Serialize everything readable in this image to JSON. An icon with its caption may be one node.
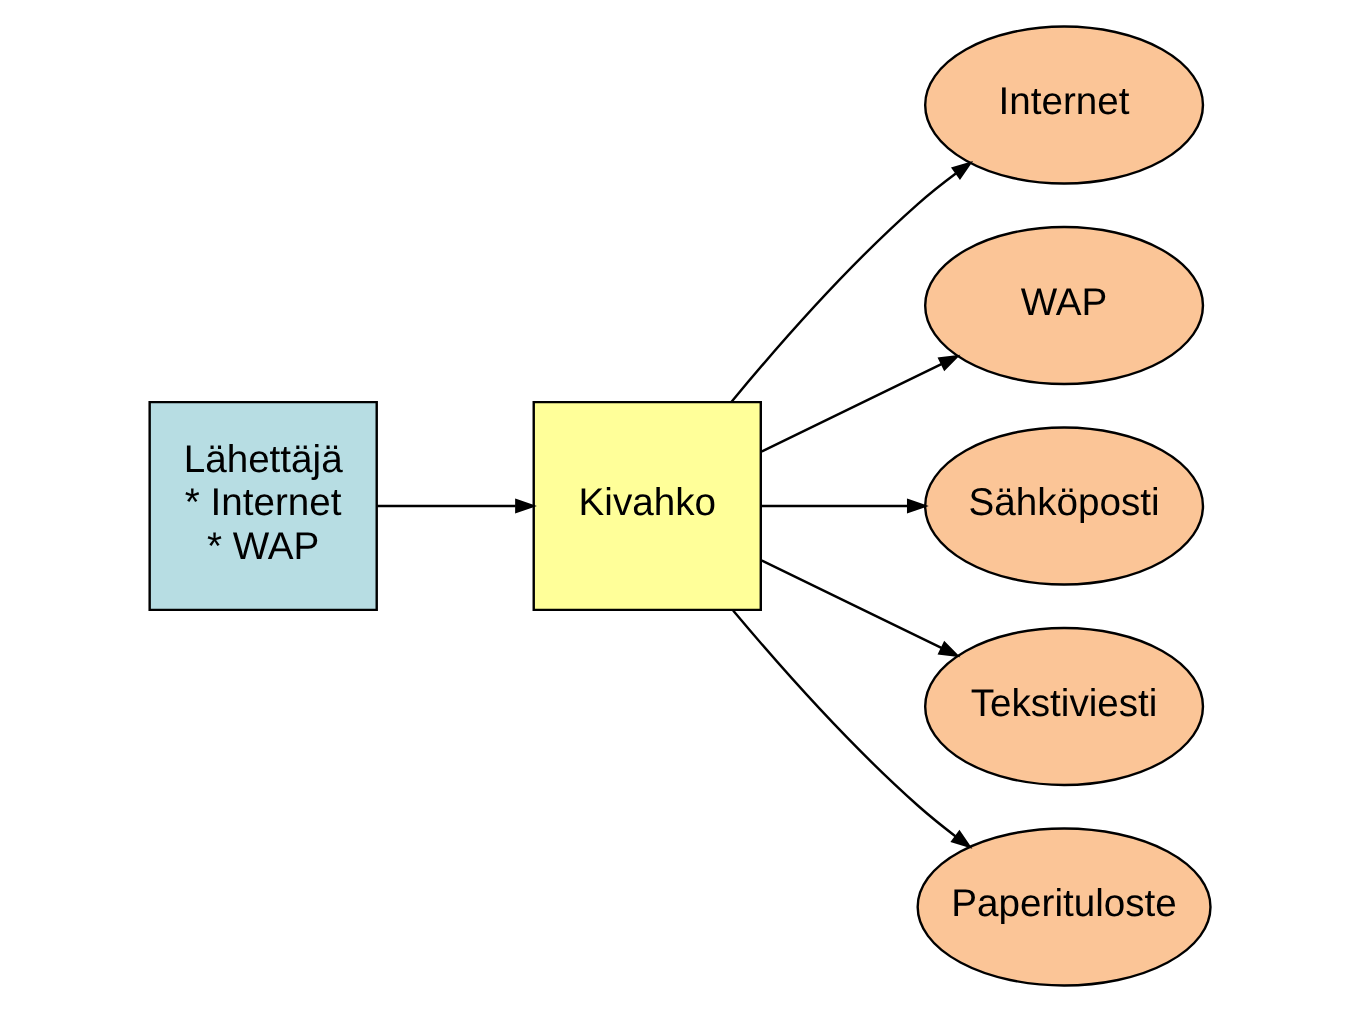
{
  "diagram": {
    "nodes": [
      {
        "text": [
          "Lähettäjä",
          "* Internet",
          "* WAP"
        ]
      },
      {
        "text": [
          "Kivahko"
        ]
      },
      {
        "text": [
          "Internet"
        ]
      },
      {
        "text": [
          "WAP"
        ]
      },
      {
        "text": [
          "Sähköposti"
        ]
      },
      {
        "text": [
          "Tekstiviesti"
        ]
      },
      {
        "text": [
          "Paperituloste"
        ]
      }
    ],
    "edges": [
      {
        "from": 0,
        "to": 1,
        "arrow": "to"
      },
      {
        "from": 1,
        "to": 2,
        "arrow": "to"
      },
      {
        "from": 1,
        "to": 3,
        "arrow": "to"
      },
      {
        "from": 1,
        "to": 4,
        "arrow": "to"
      },
      {
        "from": 1,
        "to": 5,
        "arrow": "to"
      },
      {
        "from": 1,
        "to": 6,
        "arrow": "to"
      }
    ]
  }
}
